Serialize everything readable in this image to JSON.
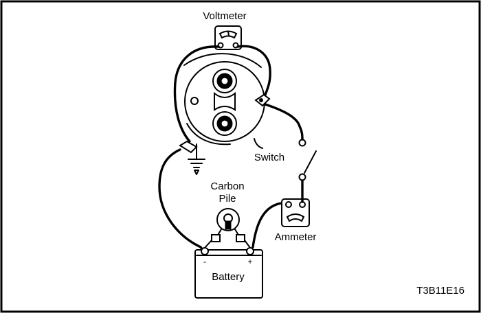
{
  "labels": {
    "voltmeter": "Voltmeter",
    "switch": "Switch",
    "carbon_pile_line1": "Carbon",
    "carbon_pile_line2": "Pile",
    "ammeter": "Ammeter",
    "battery": "Battery",
    "negative": "-",
    "positive": "+",
    "figure_code": "T3B11E16"
  }
}
